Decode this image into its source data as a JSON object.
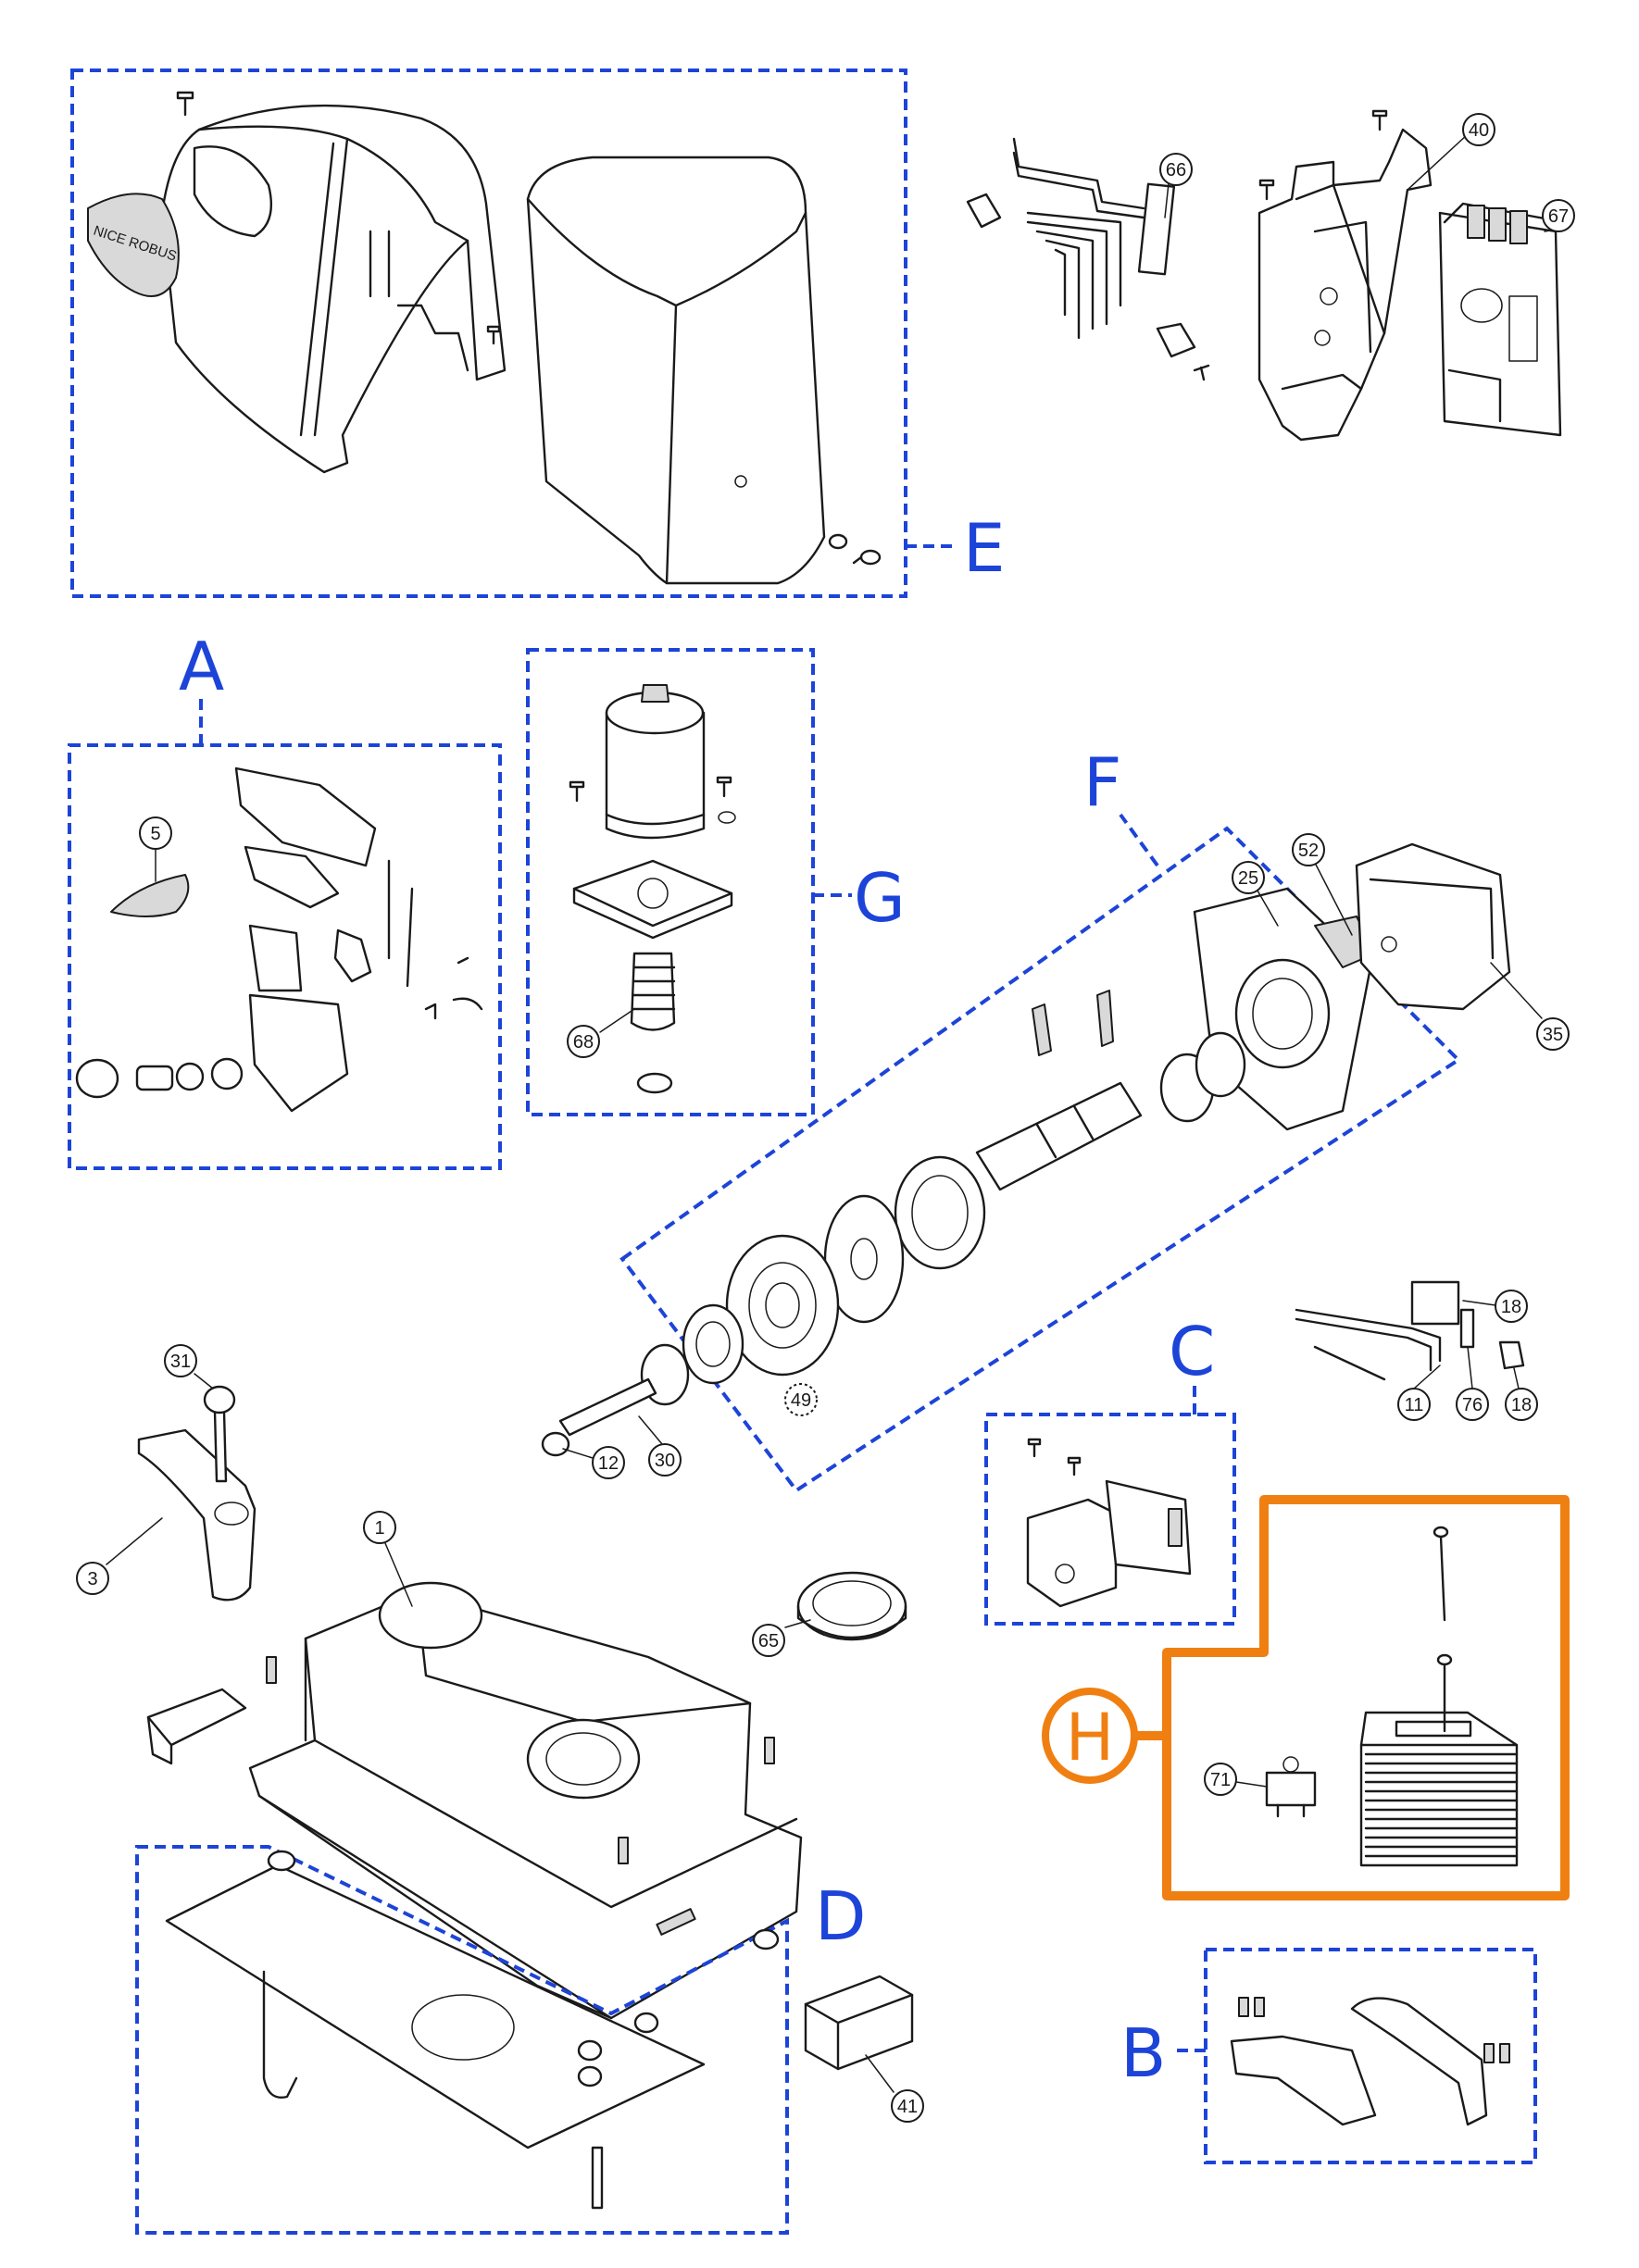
{
  "groups": [
    {
      "letter": "A"
    },
    {
      "letter": "B"
    },
    {
      "letter": "C"
    },
    {
      "letter": "D"
    },
    {
      "letter": "E"
    },
    {
      "letter": "F"
    },
    {
      "letter": "G"
    },
    {
      "letter": "H",
      "highlighted": true
    }
  ],
  "callouts": [
    "1",
    "3",
    "5",
    "11",
    "12",
    "18",
    "18",
    "25",
    "30",
    "31",
    "35",
    "40",
    "41",
    "49",
    "52",
    "65",
    "66",
    "67",
    "68",
    "71",
    "76"
  ],
  "brand_text": "NICE ROBUS",
  "colors": {
    "group_outline": "#1d44d8",
    "highlight": "#f07f12",
    "line_art": "#1a1a1a"
  }
}
